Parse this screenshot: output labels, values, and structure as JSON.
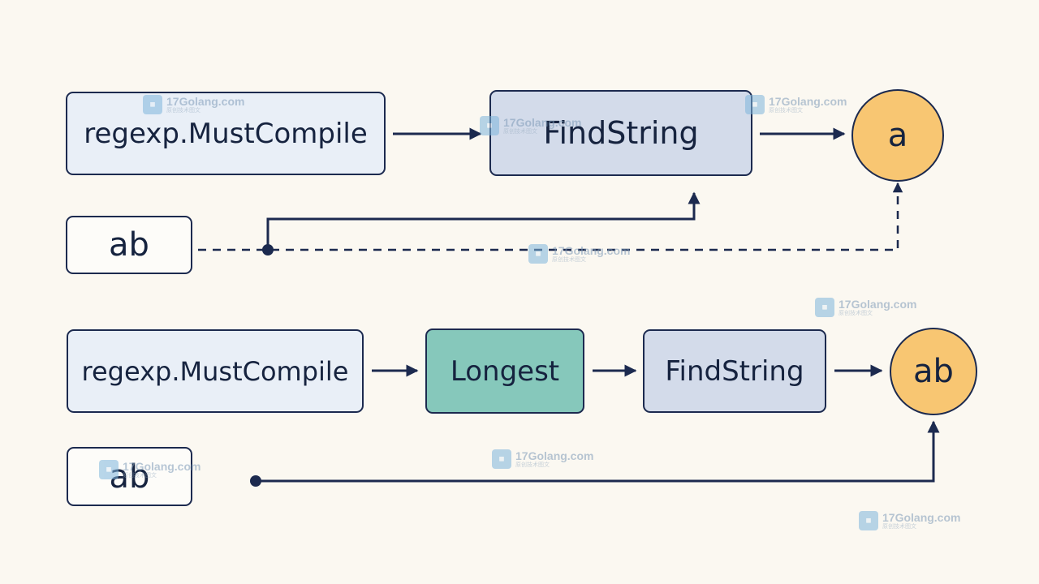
{
  "colors": {
    "line": "#1c2a4f",
    "box_light": "#e9eff7",
    "box_mid": "#d3dbea",
    "box_teal": "#86c8bb",
    "result_circle": "#f8c672",
    "background": "#fbf8f1"
  },
  "top_flow": {
    "compile_label": "regexp.MustCompile",
    "find_label": "FindString",
    "input_label": "ab",
    "result_label": "a"
  },
  "bottom_flow": {
    "compile_label": "regexp.MustCompile",
    "longest_label": "Longest",
    "find_label": "FindString",
    "input_label": "ab",
    "result_label": "ab"
  },
  "watermark": {
    "logo_icon": "watermark-logo-icon",
    "text": "17Golang.com",
    "subtext": "原创技术图文"
  }
}
